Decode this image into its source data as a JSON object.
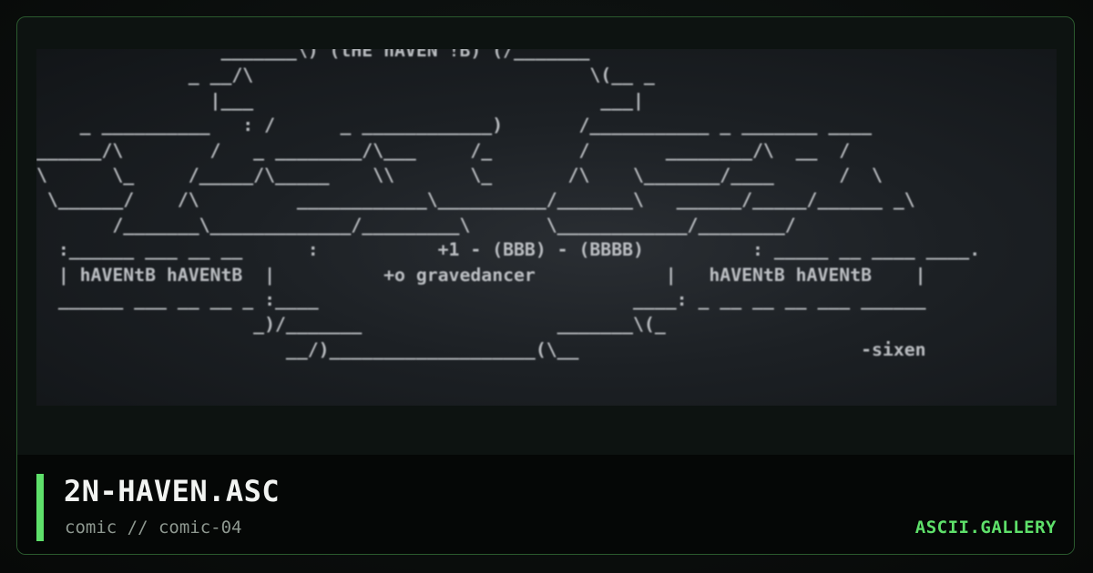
{
  "file": {
    "title": "2N-HAVEN.ASC",
    "path": "comic // comic-04"
  },
  "brand": {
    "label": "ASCII.GALLERY"
  },
  "colors": {
    "accent": "#5ee06a",
    "card_border": "#2b5a2e",
    "footer_bg": "#050706",
    "title": "#f2f4f2",
    "subtitle": "#8e9890"
  },
  "art_preview": {
    "text": "                 _______\\) (tHE hAVEN !B) (/_______\n              _ __/\\                               \\(__ _\n                |___                                ___|\n    _ __________   : /      _ ____________)       /___________ _ _______ ____\n______/\\        /   _ ________/\\___     /_        /       ________/\\  __  /\n\\      \\_     /_____/\\_____    \\\\       \\_       /\\    \\_______/____      /  \\\n \\______/    /\\         ____________\\__________/_______\\   ______/_____/______ _\\\n       /_______\\_____________/_________\\       \\____________/________/\n  :______ ___ __ __      :           +1 - (BBB) - (BBBB)          : _____ __ ____ ____.\n  | hAVENtB hAVENtB  |          +o gravedancer            |   hAVENtB hAVENtB    |\n  ______ ___ __ __ _ :____                             ____: _ __ __ __ ___ ______\n                    _)/_______                  _______\\(_\n                       __/)___________________(\\__                          -sixen"
  }
}
